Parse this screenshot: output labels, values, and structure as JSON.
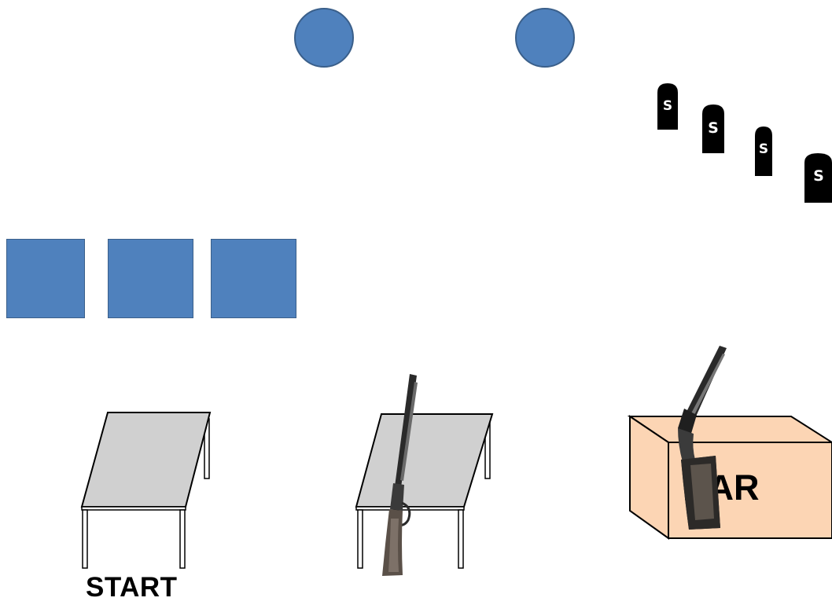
{
  "stage": {
    "start_label": "START",
    "bar_box_label": "BAR",
    "silhouette_letter": "S",
    "colors": {
      "target_fill": "#4f81bd",
      "target_stroke": "#3a5f8a",
      "table_top": "#d0d0d0",
      "box_fill": "#fcd5b4",
      "popper_fill": "#000000"
    },
    "icons": {
      "circle_targets": "circle-target-icon",
      "square_targets": "square-target-icon",
      "silhouette_targets": "silhouette-target-icon",
      "tables": "table-icon",
      "rifle": "lever-action-rifle-icon",
      "shotgun": "shotgun-icon",
      "box": "cardboard-box-icon"
    }
  }
}
